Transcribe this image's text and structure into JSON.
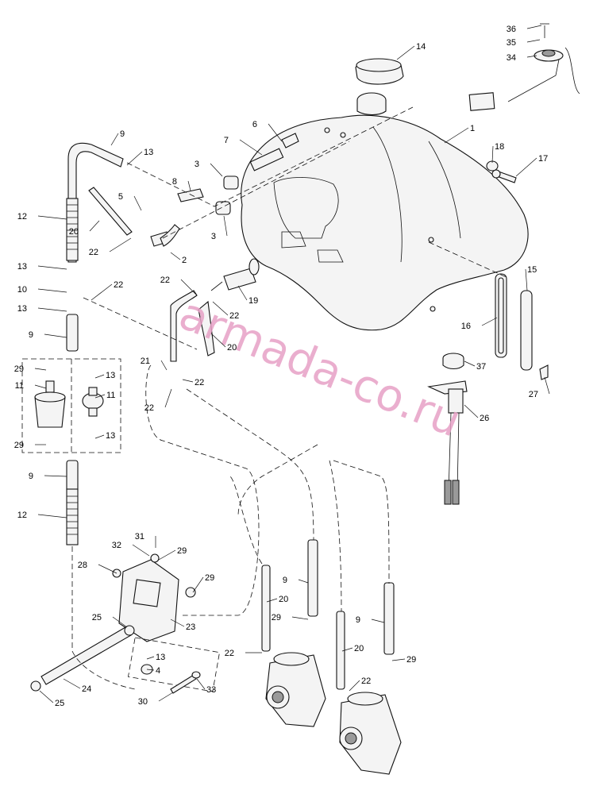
{
  "diagram": {
    "watermark": "armada-co.ru",
    "callouts": [
      "1",
      "2",
      "3",
      "3",
      "4",
      "5",
      "6",
      "7",
      "8",
      "9",
      "9",
      "9",
      "9",
      "9",
      "10",
      "11",
      "11",
      "12",
      "12",
      "13",
      "13",
      "13",
      "13",
      "13",
      "13",
      "14",
      "15",
      "16",
      "17",
      "18",
      "19",
      "20",
      "20",
      "20",
      "20",
      "21",
      "22",
      "22",
      "22",
      "22",
      "22",
      "22",
      "22",
      "22",
      "23",
      "24",
      "25",
      "25",
      "26",
      "27",
      "28",
      "29",
      "29",
      "29",
      "29",
      "29",
      "29",
      "30",
      "31",
      "32",
      "33",
      "34",
      "35",
      "36",
      "37"
    ]
  }
}
